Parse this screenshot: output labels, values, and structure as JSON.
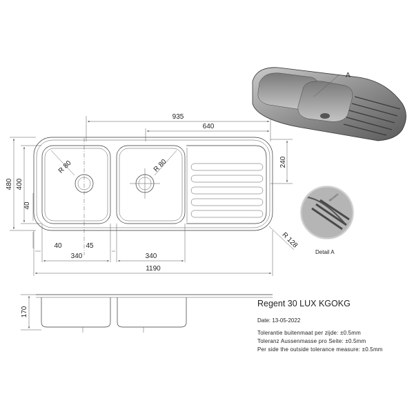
{
  "dimensions": {
    "total_width": "935",
    "drainer_width": "640",
    "drainer_height": "240",
    "height_total": "480",
    "height_bowl": "400",
    "offset_40_left": "40",
    "radius_bowl_1": "R 80",
    "radius_bowl_2": "R 80",
    "corner_radius": "R 128",
    "bottom_40": "40",
    "bottom_45": "45",
    "bowl_width_1": "340",
    "bowl_width_2": "340",
    "overall_width": "1190",
    "depth": "170"
  },
  "labels": {
    "detail_marker": "A",
    "detail_caption": "Detail A"
  },
  "info": {
    "product": "Regent 30 LUX KGOKG",
    "date": "Date: 13-05-2022",
    "tolerance_nl": "Tolerantie buitenmaat per zijde: ±0.5mm",
    "tolerance_de": "Toleranz Aussenmasse pro Seite: ±0.5mm",
    "tolerance_en": "Per side the outside tolerance measure: ±0.5mm"
  }
}
